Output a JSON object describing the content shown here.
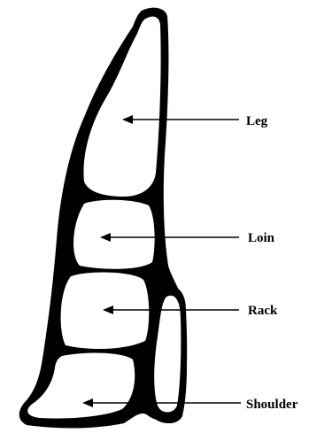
{
  "labels": {
    "leg": "Leg",
    "loin": "Loin",
    "rack": "Rack",
    "shoulder": "Shoulder"
  },
  "colors": {
    "outline": "#000000",
    "cut_fill": "#ffffff",
    "background": "#ffffff"
  }
}
